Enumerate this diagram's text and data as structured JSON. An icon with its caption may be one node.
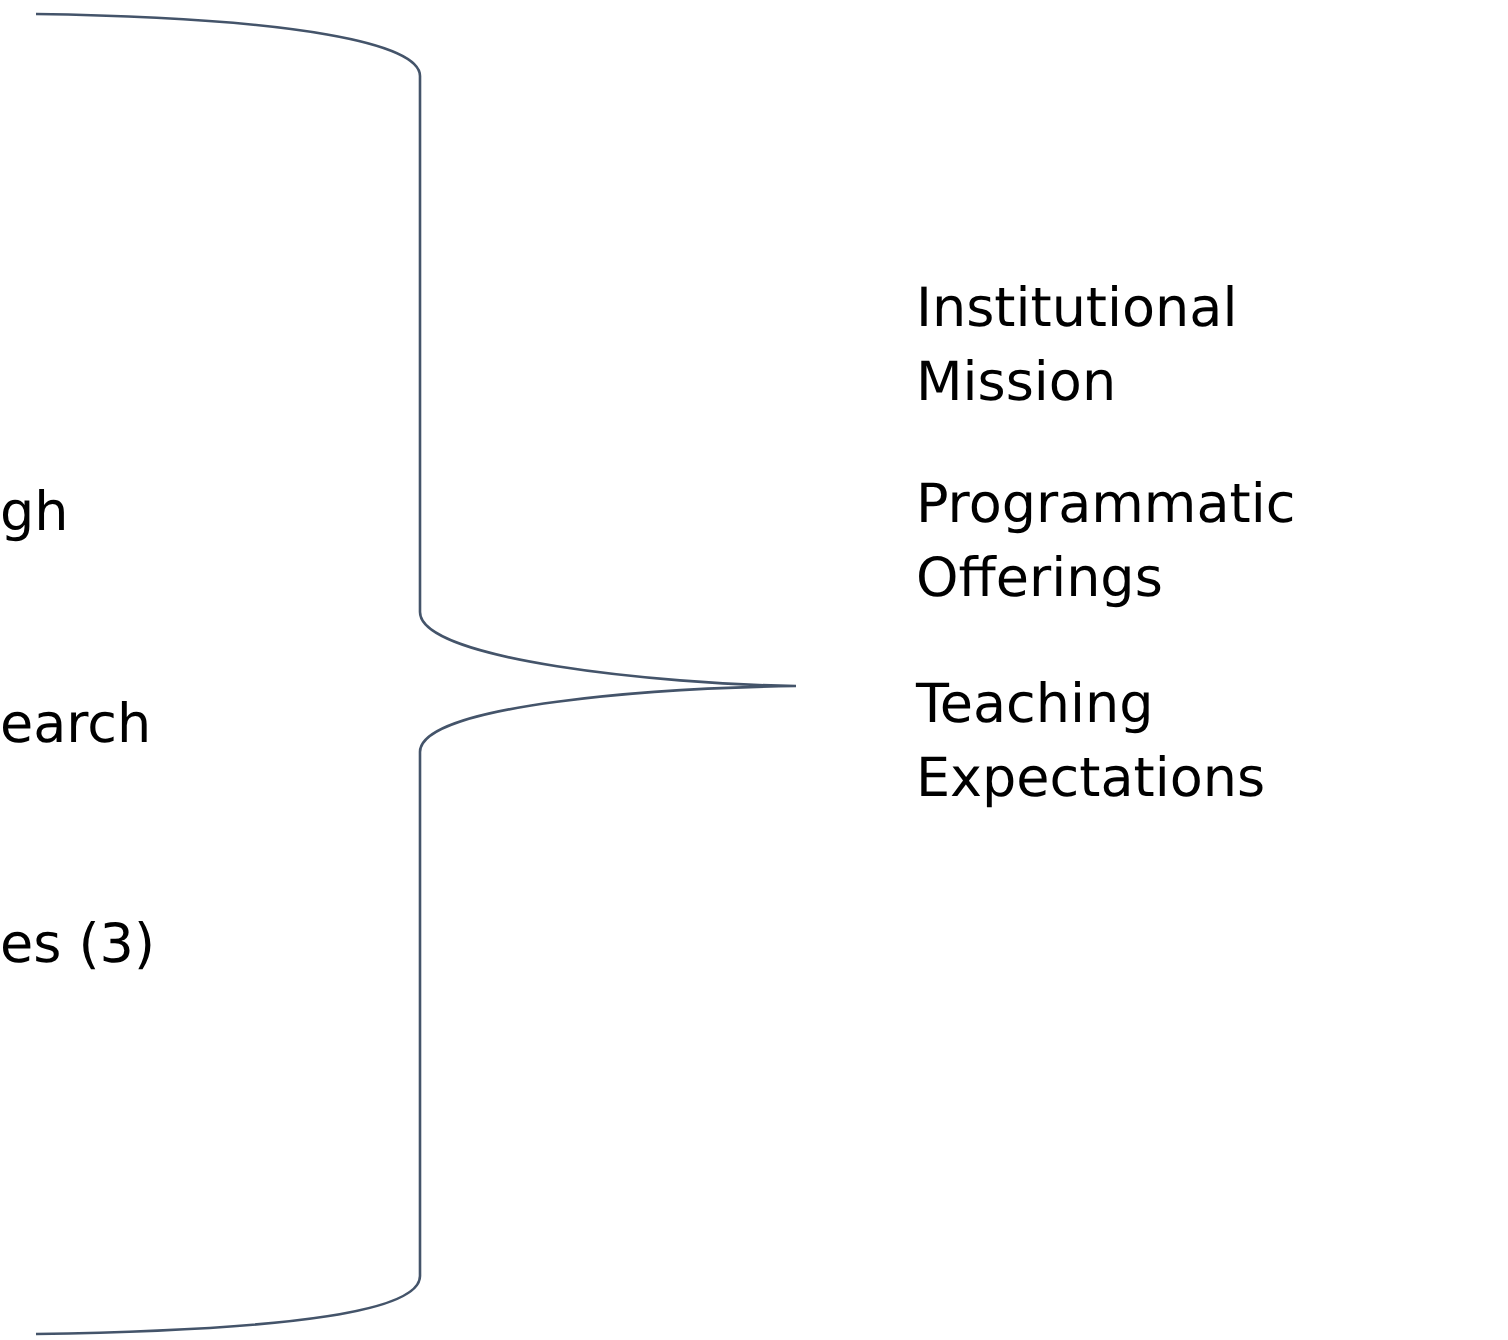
{
  "diagram": {
    "labels": [
      "gh",
      "earch",
      "es (3)",
      "Institutional Mission",
      "Programmatic Offerings",
      "Teaching Expectations"
    ]
  }
}
